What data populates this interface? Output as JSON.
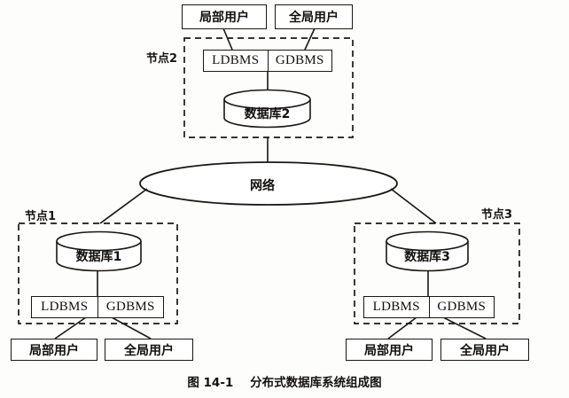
{
  "figure": {
    "caption_number": "图 14-1",
    "caption_title": "分布式数据库系统组成图",
    "caption_full": "图 14-1    分布式数据库系统组成图"
  },
  "network": {
    "label": "网络"
  },
  "nodes": [
    {
      "id": "node2",
      "label": "节点2",
      "position": "top",
      "database": "数据库2",
      "dbms_local": "LDBMS",
      "dbms_global": "GDBMS",
      "users": [
        {
          "label": "局部用户",
          "kind": "local-user"
        },
        {
          "label": "全局用户",
          "kind": "global-user"
        }
      ]
    },
    {
      "id": "node1",
      "label": "节点1",
      "position": "bottom-left",
      "database": "数据库1",
      "dbms_local": "LDBMS",
      "dbms_global": "GDBMS",
      "users": [
        {
          "label": "局部用户",
          "kind": "local-user"
        },
        {
          "label": "全局用户",
          "kind": "global-user"
        }
      ]
    },
    {
      "id": "node3",
      "label": "节点3",
      "position": "bottom-right",
      "database": "数据库3",
      "dbms_local": "LDBMS",
      "dbms_global": "GDBMS",
      "users": [
        {
          "label": "局部用户",
          "kind": "local-user"
        },
        {
          "label": "全局用户",
          "kind": "global-user"
        }
      ]
    }
  ],
  "colors": {
    "stroke": "#1b1712",
    "text": "#120f0c",
    "background": "#fdfdfb"
  }
}
